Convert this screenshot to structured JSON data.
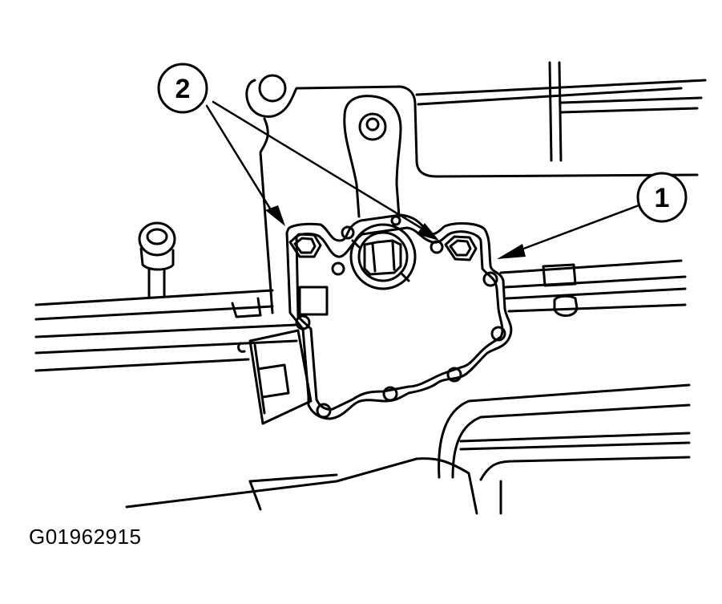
{
  "callouts": {
    "one": "1",
    "two": "2"
  },
  "figure_id": "G01962915",
  "colors": {
    "ink": "#000000",
    "paper": "#ffffff"
  }
}
